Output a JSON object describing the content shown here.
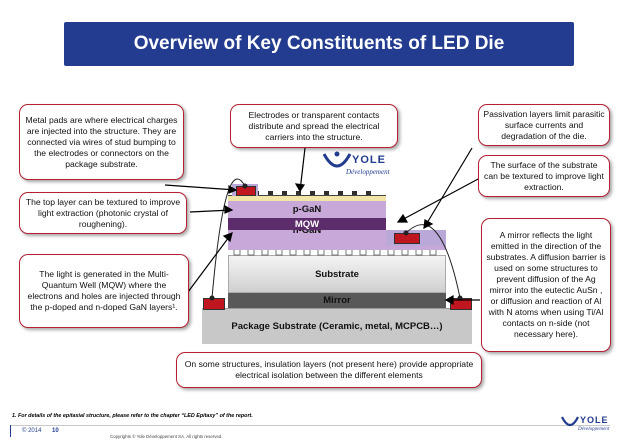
{
  "title": "Overview of Key Constituents of LED Die",
  "callouts": {
    "metal_pads": "Metal pads are where electrical charges are injected into the structure. They are connected via wires of stud bumping to the electrodes or connectors on the package substrate.",
    "electrodes": "Electrodes or transparent contacts distribute and spread the electrical carriers into the structure.",
    "passivation": "Passivation layers limit parasitic surface currents and degradation of the die.",
    "substrate_surface": "The surface of the substrate can be textured to improve light extraction.",
    "top_layer": "The top layer can be textured to improve light extraction (photonic crystal of roughening).",
    "mirror": "A mirror reflects the light emitted in the direction of the substrates. A diffusion barrier is used on some structures to prevent diffusion of the Ag mirror into the eutectic AuSn , or diffusion and reaction of Al with N atoms when using Ti/Al contacts on n-side (not necessary here).",
    "light_generated": "The light is generated in the Multi-Quantum Well (MQW) where the electrons and holes are injected through the p-doped and n-doped GaN layers¹.",
    "insulation": "On some structures, insulation layers (not present here) provide appropriate electrical isolation between the different elements"
  },
  "layers": {
    "pgan": "p-GaN",
    "mqw": "MQW",
    "ngan": "n-GaN",
    "substrate": "Substrate",
    "mirror": "Mirror",
    "package": "Package Substrate (Ceramic, metal, MCPCB…)"
  },
  "logo": {
    "name": "YOLE",
    "sub": "Développement"
  },
  "footer": {
    "footnote": "1. For details of the epitaxial structure, please refer to the chapter “LED Epitaxy” of the report.",
    "year": "© 2014",
    "page": "10",
    "copyright": "Copyrights © Yole Développement SA. All rights reserved."
  },
  "colors": {
    "title_bg": "#233c8f",
    "callout_border": "#b52032",
    "pgan": "#c7a8d8",
    "mqw": "#5c2d6a",
    "ngan": "#c7a8d8",
    "mirror": "#585858",
    "package": "#c8c8c8",
    "pad": "#c0161f",
    "passivation": "#9b8ec2"
  }
}
